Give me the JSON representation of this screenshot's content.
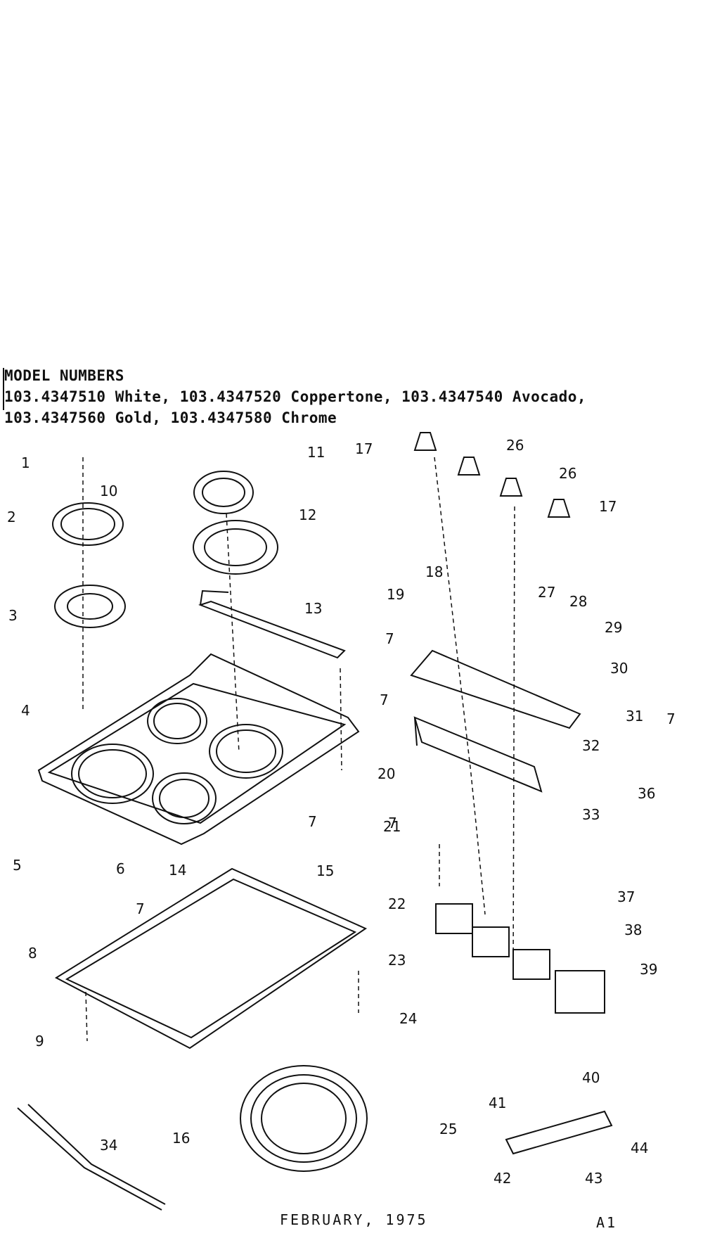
{
  "header": {
    "title": "MODEL NUMBERS",
    "line1": "103.4347510 White, 103.4347520 Coppertone, 103.4347540 Avocado,",
    "line2": "103.4347560 Gold, 103.4347580 Chrome"
  },
  "callouts": [
    "1",
    "2",
    "3",
    "4",
    "5",
    "6",
    "7",
    "7",
    "7",
    "7",
    "7",
    "7",
    "8",
    "9",
    "10",
    "11",
    "12",
    "13",
    "14",
    "15",
    "16",
    "17",
    "17",
    "18",
    "19",
    "20",
    "21",
    "22",
    "23",
    "24",
    "25",
    "26",
    "26",
    "27",
    "28",
    "29",
    "30",
    "31",
    "32",
    "33",
    "34",
    "36",
    "37",
    "38",
    "39",
    "40",
    "41",
    "42",
    "43",
    "44"
  ],
  "footer": {
    "date": "FEBRUARY, 1975",
    "page": "A1"
  }
}
